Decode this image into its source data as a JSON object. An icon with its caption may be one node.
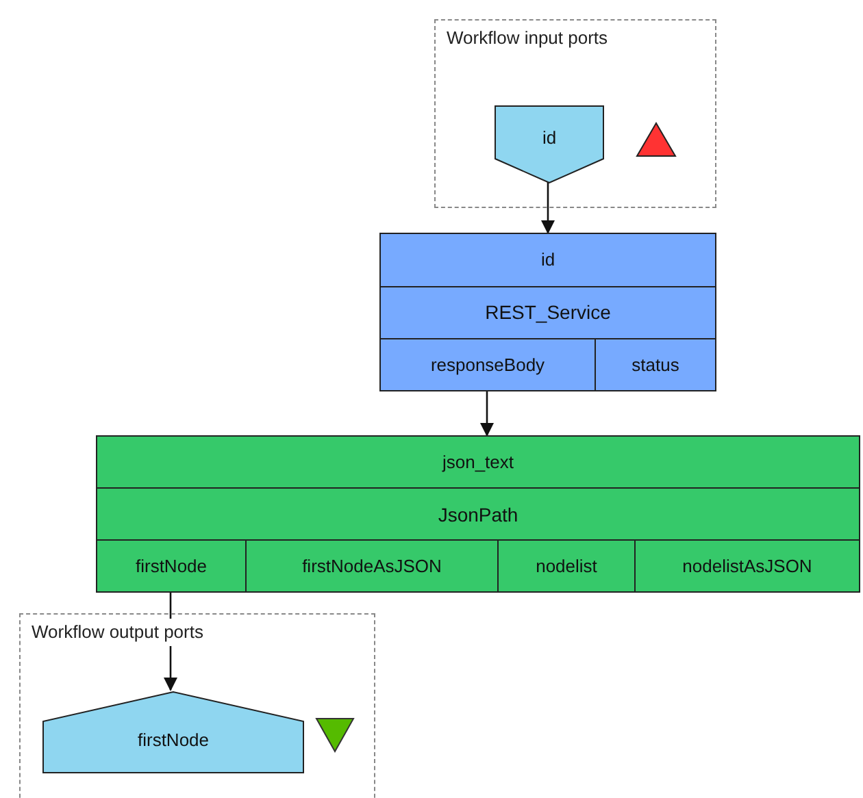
{
  "diagram": {
    "nodes": [
      {
        "text": [
          "Workflow input ports"
        ]
      },
      {
        "text": [
          "id"
        ],
        "in": 0
      },
      {
        "text": [
          "REST_Service"
        ]
      },
      {
        "text": [
          "id"
        ],
        "in": 2
      },
      {
        "text": [
          "responseBody"
        ],
        "in": 2
      },
      {
        "text": [
          "status"
        ],
        "in": 2
      },
      {
        "text": [
          "JsonPath"
        ]
      },
      {
        "text": [
          "json_text"
        ],
        "in": 6
      },
      {
        "text": [
          "firstNode"
        ],
        "in": 6
      },
      {
        "text": [
          "firstNodeAsJSON"
        ],
        "in": 6
      },
      {
        "text": [
          "nodelist"
        ],
        "in": 6
      },
      {
        "text": [
          "nodelistAsJSON"
        ],
        "in": 6
      },
      {
        "text": [
          "Workflow output ports"
        ]
      },
      {
        "text": [
          "firstNode"
        ],
        "in": 12
      }
    ],
    "edges": [
      {
        "from": 1,
        "to": 3,
        "arrow": "to"
      },
      {
        "from": 4,
        "to": 7,
        "arrow": "to"
      },
      {
        "from": 8,
        "to": 13,
        "arrow": "to"
      }
    ]
  }
}
